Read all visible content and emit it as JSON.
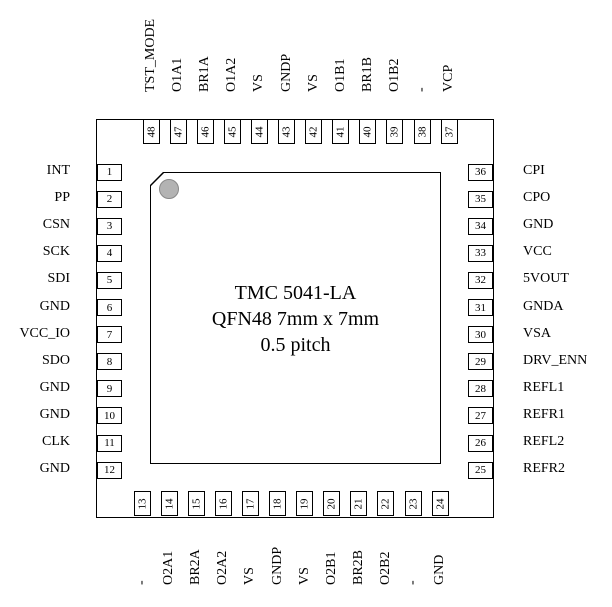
{
  "chip": {
    "name": "TMC 5041-LA",
    "package": "QFN48 7mm x 7mm",
    "pitch": "0.5 pitch"
  },
  "pins": {
    "left": [
      {
        "num": "1",
        "name": "INT"
      },
      {
        "num": "2",
        "name": "PP"
      },
      {
        "num": "3",
        "name": "CSN"
      },
      {
        "num": "4",
        "name": "SCK"
      },
      {
        "num": "5",
        "name": "SDI"
      },
      {
        "num": "6",
        "name": "GND"
      },
      {
        "num": "7",
        "name": "VCC_IO"
      },
      {
        "num": "8",
        "name": "SDO"
      },
      {
        "num": "9",
        "name": "GND"
      },
      {
        "num": "10",
        "name": "GND"
      },
      {
        "num": "11",
        "name": "CLK"
      },
      {
        "num": "12",
        "name": "GND"
      }
    ],
    "bottom": [
      {
        "num": "13",
        "name": "-"
      },
      {
        "num": "14",
        "name": "O2A1"
      },
      {
        "num": "15",
        "name": "BR2A"
      },
      {
        "num": "16",
        "name": "O2A2"
      },
      {
        "num": "17",
        "name": "VS"
      },
      {
        "num": "18",
        "name": "GNDP"
      },
      {
        "num": "19",
        "name": "VS"
      },
      {
        "num": "20",
        "name": "O2B1"
      },
      {
        "num": "21",
        "name": "BR2B"
      },
      {
        "num": "22",
        "name": "O2B2"
      },
      {
        "num": "23",
        "name": "-"
      },
      {
        "num": "24",
        "name": "GND"
      }
    ],
    "right": [
      {
        "num": "36",
        "name": "CPI"
      },
      {
        "num": "35",
        "name": "CPO"
      },
      {
        "num": "34",
        "name": "GND"
      },
      {
        "num": "33",
        "name": "VCC"
      },
      {
        "num": "32",
        "name": "5VOUT"
      },
      {
        "num": "31",
        "name": "GNDA"
      },
      {
        "num": "30",
        "name": "VSA"
      },
      {
        "num": "29",
        "name": "DRV_ENN"
      },
      {
        "num": "28",
        "name": "REFL1"
      },
      {
        "num": "27",
        "name": "REFR1"
      },
      {
        "num": "26",
        "name": "REFL2"
      },
      {
        "num": "25",
        "name": "REFR2"
      }
    ],
    "top": [
      {
        "num": "48",
        "name": "TST_MODE"
      },
      {
        "num": "47",
        "name": "O1A1"
      },
      {
        "num": "46",
        "name": "BR1A"
      },
      {
        "num": "45",
        "name": "O1A2"
      },
      {
        "num": "44",
        "name": "VS"
      },
      {
        "num": "43",
        "name": "GNDP"
      },
      {
        "num": "42",
        "name": "VS"
      },
      {
        "num": "41",
        "name": "O1B1"
      },
      {
        "num": "40",
        "name": "BR1B"
      },
      {
        "num": "39",
        "name": "O1B2"
      },
      {
        "num": "38",
        "name": "-"
      },
      {
        "num": "37",
        "name": "VCP"
      }
    ]
  }
}
